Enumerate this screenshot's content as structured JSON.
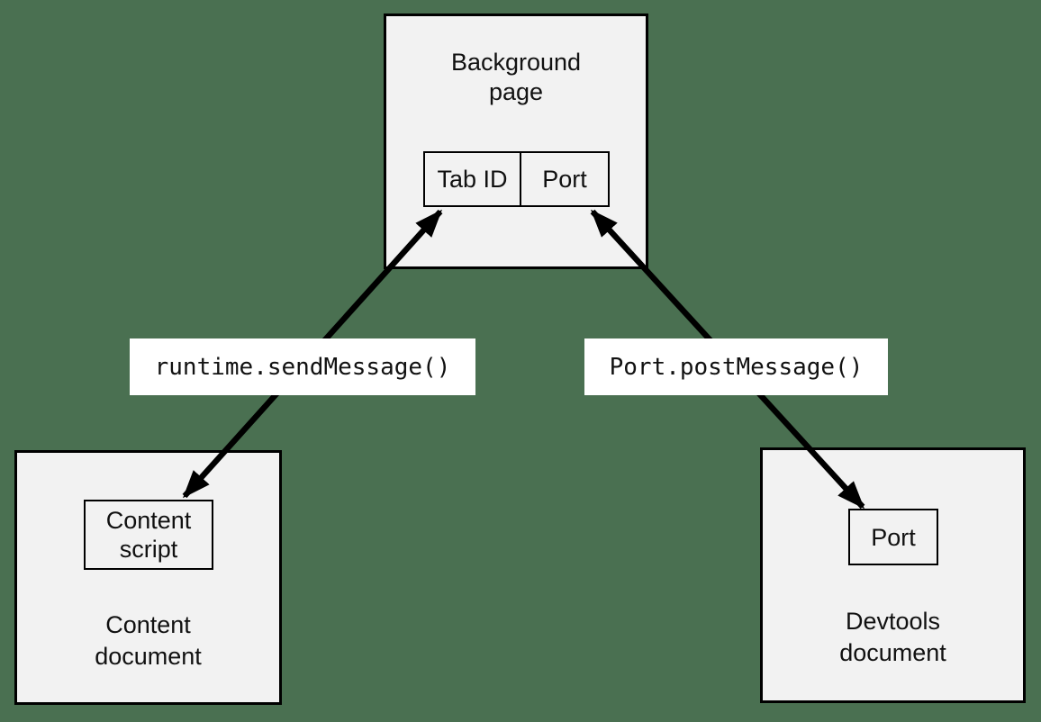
{
  "colors": {
    "page_background": "#4a7051",
    "box_fill": "#f2f2f2",
    "box_border": "#000000",
    "edge_label_background": "#ffffff",
    "arrow": "#000000",
    "text": "#111111"
  },
  "diagram": {
    "background_page": {
      "title": "Background\npage",
      "cells": [
        {
          "label": "Tab ID"
        },
        {
          "label": "Port"
        }
      ]
    },
    "content_document": {
      "title": "Content\ndocument",
      "node_label": "Content\nscript"
    },
    "devtools_document": {
      "title": "Devtools\ndocument",
      "node_label": "Port"
    },
    "edges": [
      {
        "label": "runtime.sendMessage()",
        "between": [
          "Content script",
          "Tab ID"
        ],
        "style": "double-headed-arrow"
      },
      {
        "label": "Port.postMessage()",
        "between": [
          "Port (devtools document)",
          "Port (background page)"
        ],
        "style": "double-headed-arrow"
      }
    ]
  }
}
